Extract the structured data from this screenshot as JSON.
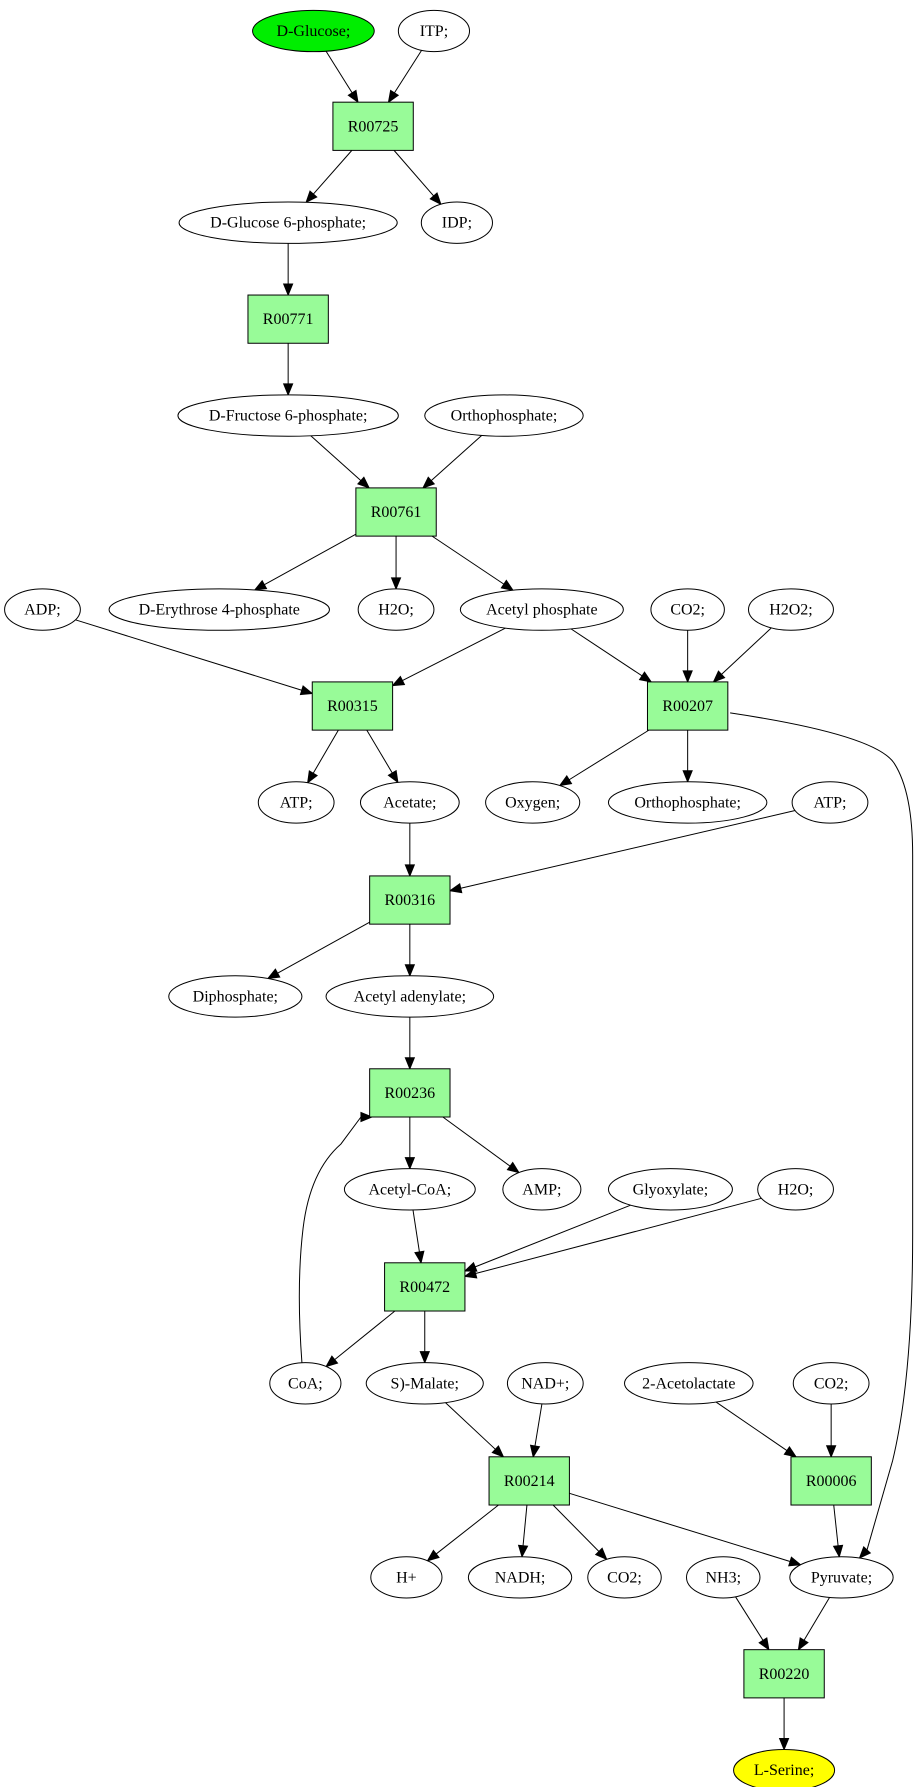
{
  "nodes": {
    "d_glucose": {
      "label": "D-Glucose;",
      "fill": "#00ee00"
    },
    "itp": {
      "label": "ITP;",
      "fill": "#ffffff"
    },
    "r00725": {
      "label": "R00725",
      "fill": "#98fb98"
    },
    "d_glucose_6p": {
      "label": "D-Glucose 6-phosphate;",
      "fill": "#ffffff"
    },
    "idp": {
      "label": "IDP;",
      "fill": "#ffffff"
    },
    "r00771": {
      "label": "R00771",
      "fill": "#98fb98"
    },
    "d_fructose_6p": {
      "label": "D-Fructose 6-phosphate;",
      "fill": "#ffffff"
    },
    "orthophosphate_1": {
      "label": "Orthophosphate;",
      "fill": "#ffffff"
    },
    "r00761": {
      "label": "R00761",
      "fill": "#98fb98"
    },
    "adp": {
      "label": "ADP;",
      "fill": "#ffffff"
    },
    "d_erythrose_4p": {
      "label": "D-Erythrose 4-phosphate",
      "fill": "#ffffff"
    },
    "h2o_1": {
      "label": "H2O;",
      "fill": "#ffffff"
    },
    "acetyl_phosphate": {
      "label": "Acetyl phosphate",
      "fill": "#ffffff"
    },
    "co2_1": {
      "label": "CO2;",
      "fill": "#ffffff"
    },
    "h2o2": {
      "label": "H2O2;",
      "fill": "#ffffff"
    },
    "r00315": {
      "label": "R00315",
      "fill": "#98fb98"
    },
    "r00207": {
      "label": "R00207",
      "fill": "#98fb98"
    },
    "atp_1": {
      "label": "ATP;",
      "fill": "#ffffff"
    },
    "acetate": {
      "label": "Acetate;",
      "fill": "#ffffff"
    },
    "oxygen": {
      "label": "Oxygen;",
      "fill": "#ffffff"
    },
    "orthophosphate_2": {
      "label": "Orthophosphate;",
      "fill": "#ffffff"
    },
    "atp_2": {
      "label": "ATP;",
      "fill": "#ffffff"
    },
    "r00316": {
      "label": "R00316",
      "fill": "#98fb98"
    },
    "diphosphate": {
      "label": "Diphosphate;",
      "fill": "#ffffff"
    },
    "acetyl_adenylate": {
      "label": "Acetyl adenylate;",
      "fill": "#ffffff"
    },
    "r00236": {
      "label": "R00236",
      "fill": "#98fb98"
    },
    "acetyl_coa": {
      "label": "Acetyl-CoA;",
      "fill": "#ffffff"
    },
    "amp": {
      "label": "AMP;",
      "fill": "#ffffff"
    },
    "glyoxylate": {
      "label": "Glyoxylate;",
      "fill": "#ffffff"
    },
    "h2o_2": {
      "label": "H2O;",
      "fill": "#ffffff"
    },
    "r00472": {
      "label": "R00472",
      "fill": "#98fb98"
    },
    "coa": {
      "label": "CoA;",
      "fill": "#ffffff"
    },
    "s_malate": {
      "label": "S)-Malate;",
      "fill": "#ffffff"
    },
    "nad_plus": {
      "label": "NAD+;",
      "fill": "#ffffff"
    },
    "acetolactate": {
      "label": "2-Acetolactate",
      "fill": "#ffffff"
    },
    "co2_2": {
      "label": "CO2;",
      "fill": "#ffffff"
    },
    "r00214": {
      "label": "R00214",
      "fill": "#98fb98"
    },
    "r00006": {
      "label": "R00006",
      "fill": "#98fb98"
    },
    "h_plus": {
      "label": "H+",
      "fill": "#ffffff"
    },
    "nadh": {
      "label": "NADH;",
      "fill": "#ffffff"
    },
    "co2_3": {
      "label": "CO2;",
      "fill": "#ffffff"
    },
    "nh3": {
      "label": "NH3;",
      "fill": "#ffffff"
    },
    "pyruvate": {
      "label": "Pyruvate;",
      "fill": "#ffffff"
    },
    "r00220": {
      "label": "R00220",
      "fill": "#98fb98"
    },
    "l_serine": {
      "label": "L-Serine;",
      "fill": "#ffff00"
    }
  },
  "edges": [
    [
      "d_glucose",
      "r00725"
    ],
    [
      "itp",
      "r00725"
    ],
    [
      "r00725",
      "d_glucose_6p"
    ],
    [
      "r00725",
      "idp"
    ],
    [
      "d_glucose_6p",
      "r00771"
    ],
    [
      "r00771",
      "d_fructose_6p"
    ],
    [
      "d_fructose_6p",
      "r00761"
    ],
    [
      "orthophosphate_1",
      "r00761"
    ],
    [
      "r00761",
      "d_erythrose_4p"
    ],
    [
      "r00761",
      "h2o_1"
    ],
    [
      "r00761",
      "acetyl_phosphate"
    ],
    [
      "adp",
      "r00315"
    ],
    [
      "acetyl_phosphate",
      "r00315"
    ],
    [
      "acetyl_phosphate",
      "r00207"
    ],
    [
      "co2_1",
      "r00207"
    ],
    [
      "h2o2",
      "r00207"
    ],
    [
      "r00315",
      "atp_1"
    ],
    [
      "r00315",
      "acetate"
    ],
    [
      "r00207",
      "oxygen"
    ],
    [
      "r00207",
      "orthophosphate_2"
    ],
    [
      "r00207",
      "pyruvate"
    ],
    [
      "acetate",
      "r00316"
    ],
    [
      "atp_2",
      "r00316"
    ],
    [
      "r00316",
      "diphosphate"
    ],
    [
      "r00316",
      "acetyl_adenylate"
    ],
    [
      "acetyl_adenylate",
      "r00236"
    ],
    [
      "coa",
      "r00236"
    ],
    [
      "r00236",
      "acetyl_coa"
    ],
    [
      "r00236",
      "amp"
    ],
    [
      "acetyl_coa",
      "r00472"
    ],
    [
      "glyoxylate",
      "r00472"
    ],
    [
      "h2o_2",
      "r00472"
    ],
    [
      "r00472",
      "coa"
    ],
    [
      "r00472",
      "s_malate"
    ],
    [
      "s_malate",
      "r00214"
    ],
    [
      "nad_plus",
      "r00214"
    ],
    [
      "acetolactate",
      "r00006"
    ],
    [
      "co2_2",
      "r00006"
    ],
    [
      "r00214",
      "h_plus"
    ],
    [
      "r00214",
      "nadh"
    ],
    [
      "r00214",
      "co2_3"
    ],
    [
      "r00214",
      "pyruvate"
    ],
    [
      "r00006",
      "pyruvate"
    ],
    [
      "nh3",
      "r00220"
    ],
    [
      "pyruvate",
      "r00220"
    ],
    [
      "r00220",
      "l_serine"
    ]
  ]
}
